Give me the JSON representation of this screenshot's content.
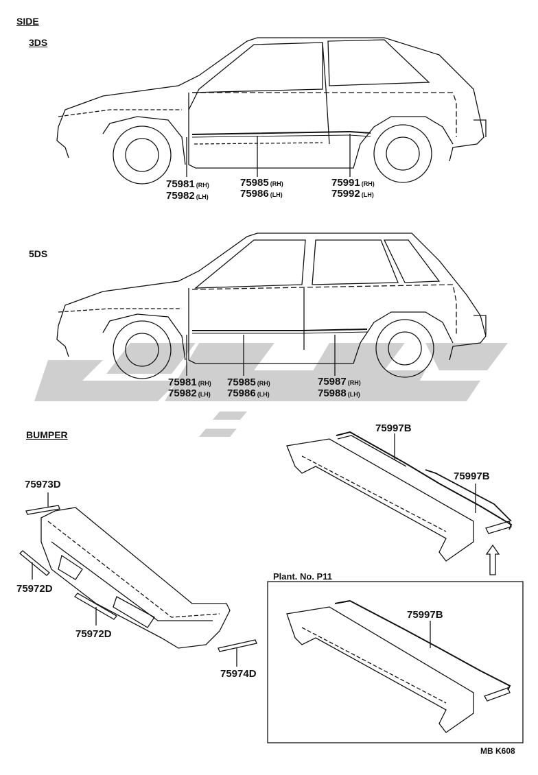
{
  "sections": {
    "side": "SIDE",
    "three_door": "3DS",
    "five_door": "5DS",
    "bumper": "BUMPER"
  },
  "parts_3ds": {
    "p1": {
      "num": "75981",
      "sfx": "(RH)"
    },
    "p2": {
      "num": "75982",
      "sfx": "(LH)"
    },
    "p3": {
      "num": "75985",
      "sfx": "(RH)"
    },
    "p4": {
      "num": "75986",
      "sfx": "(LH)"
    },
    "p5": {
      "num": "75991",
      "sfx": "(RH)"
    },
    "p6": {
      "num": "75992",
      "sfx": "(LH)"
    }
  },
  "parts_5ds": {
    "p1": {
      "num": "75981",
      "sfx": "(RH)"
    },
    "p2": {
      "num": "75982",
      "sfx": "(LH)"
    },
    "p3": {
      "num": "75985",
      "sfx": "(RH)"
    },
    "p4": {
      "num": "75986",
      "sfx": "(LH)"
    },
    "p5": {
      "num": "75987",
      "sfx": "(RH)"
    },
    "p6": {
      "num": "75988",
      "sfx": "(LH)"
    }
  },
  "parts_bumper": {
    "front_top": "75973D",
    "front_side": "75972D",
    "front_lower": "75972D",
    "front_corner": "75974D",
    "rear_top": "75997B",
    "rear_side": "75997B",
    "plant_rear": "75997B"
  },
  "plant_label": "Plant. No. P11",
  "reference": "MB K608",
  "colors": {
    "line": "#111111",
    "watermark": "#c8c8c8"
  }
}
